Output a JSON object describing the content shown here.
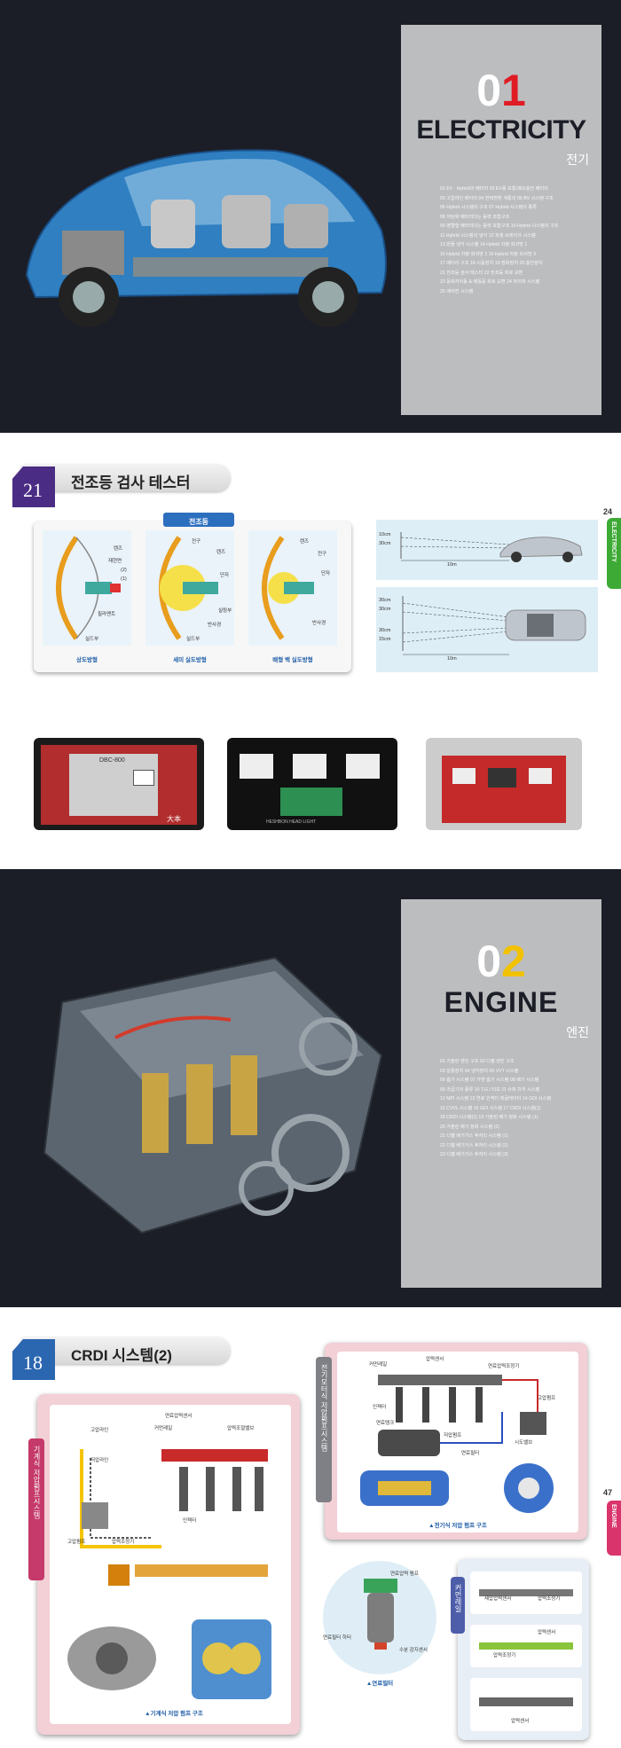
{
  "section1": {
    "number_first": "0",
    "number_second": "1",
    "title": "ELECTRICITY",
    "subtitle": "전기",
    "toc": [
      "01 EV · Hybrid의 배터리   02 EV용 보통/쾌속충전 배터리",
      "03 고압라인 배터리   04 전력변환 계통의 05 BV 시스템 구조",
      "06 Hybrid 시스템의 구조   07 Hybrid 시스템의 종류",
      "08 저탄화 배터리다는 동력 조합구조",
      "09 병렬형 배터리다는 동력 포함구조   10 Hybrid 시스템의 구조",
      "11 Hybrid 시스템의 냉각   12 회생 브레이크 시스템",
      "13 반돌 냉각 시스템   14 Hybrid 차량 회귀방 1",
      "15 Hybrid 차량 회귀방 2   16 Hybrid 차량 회귀방 3",
      "17 배터리 구조   18 시동장치   19 점화장치   20 충전장치",
      "21 전조등 검사 테스터   22 전조등 회로 교환",
      "23 등회자이동 & 배등등 회로 교환   24 와이퍼 시스템",
      "25 에어컨 시스템"
    ],
    "side_tab": "ELECTRICITY",
    "page_number": "24"
  },
  "headlight": {
    "chip_number": "21",
    "heading": "전조등 검사 테스터",
    "panel_tab": "전조등",
    "captions": [
      "상도방형",
      "세미 실도방형",
      "배형 백 실도방형"
    ],
    "labels_left": [
      "렌즈",
      "재현면",
      "(2)",
      "(1)",
      "필라멘트",
      "실드부"
    ],
    "labels_mid": [
      "전구",
      "렌즈",
      "단자",
      "실링부",
      "반사경",
      "실드부"
    ],
    "labels_right": [
      "렌즈",
      "전구",
      "단자",
      "반사경"
    ],
    "beam_top": {
      "h1": "10cm",
      "h2": "30cm",
      "dist": "10m"
    },
    "beam_bottom": {
      "h1": "30cm",
      "h2": "30cm",
      "h3": "30cm",
      "h4": "15cm",
      "dist": "10m"
    },
    "tester1_text": "DBC-800",
    "tester1_brand": "大本",
    "tester2_text": "HESHBON HEAD LIGHT"
  },
  "section2": {
    "number_first": "0",
    "number_second": "2",
    "title": "ENGINE",
    "subtitle": "엔진",
    "toc": [
      "01 가솔린 엔진 구조   02 디젤 엔진 구조",
      "03 윤활장치   04 냉각장치   05 VVT 시스템",
      "06 흡기 시스템   07 가변 흡기 시스템   08 배기 시스템",
      "09 과급기의 종류   10 T.G.I 터보   11 슈퍼 차저 시스템",
      "12 MPI 시스템   13 연료 인젝터 레귤레이터   14 GDI 시스템",
      "15 CVVL 시스템   16 GDI 시스템   17 CRDI 시스템(1)",
      "18 CRDI 시스템(2)   19 가솔린 배기 정화 시스템 (1)",
      "20 가솔린 배기 정화 시스템 (2)",
      "21 디젤 배기가스 후처리 시스템 (1)",
      "22 디젤 배기가스 후처리 시스템 (2)",
      "23 디젤 배기가스 후처리 시스템 (3)"
    ],
    "side_tab": "ENGINE",
    "page_number": "47"
  },
  "crdi": {
    "chip_number": "18",
    "heading": "CRDI 시스템(2)",
    "left_vertical": "기계식 저압펌프시스템",
    "left_caption": "▲기계식 저압 펌프 구조",
    "left_labels": [
      "연료압력센서",
      "커먼레일",
      "압력조절밸브",
      "고압라인",
      "저압라인",
      "인젝터",
      "고압펌프",
      "압력조정기"
    ],
    "right_vertical": "전기모터식 저압펌프시스템",
    "right_caption": "▲전기식 저압 펌프 구조",
    "right_labels": [
      "커먼레일",
      "압력센서",
      "연료압력조정기",
      "고압펌프",
      "인젝터",
      "연료탱크",
      "저압펌프",
      "연료필터",
      "시도밸브"
    ],
    "filter_labels": [
      "연료압력 펌프",
      "연료필터 히터",
      "수분 감지센서"
    ],
    "filter_caption": "▲연료필터",
    "rail_vertical": "커먼레일",
    "rail_labels": [
      "제압압력센서",
      "압력조정기",
      "압력센서",
      "압력조정기",
      "압력센서"
    ]
  },
  "colors": {
    "dark_bg": "#1c1e27",
    "panel_gray": "#bcbdbf",
    "accent_red": "#e01b24",
    "accent_yellow": "#f2c200",
    "electricity_tab": "#3daa35",
    "engine_tab": "#d9346b",
    "chip_purple": "#4b2c84",
    "caption_blue": "#1f5ea8"
  }
}
